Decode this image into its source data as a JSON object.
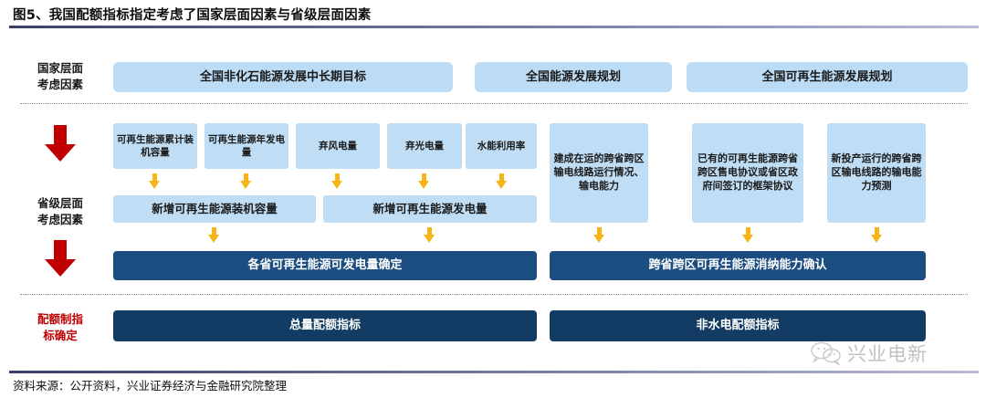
{
  "title": "图5、我国配额指标指定考虑了国家层面因素与省级层面因素",
  "rows": {
    "national_label": "国家层面\n考虑因素",
    "national_label_l1": "国家层面",
    "national_label_l2": "考虑因素",
    "provincial_label_l1": "省级层面",
    "provincial_label_l2": "考虑因素",
    "quota_label_l1": "配额制指",
    "quota_label_l2": "标确定"
  },
  "national_boxes": [
    {
      "label": "全国非化石能源发展中长期目标"
    },
    {
      "label": "全国能源发展规划"
    },
    {
      "label": "全国可再生能源发展规划"
    }
  ],
  "provincial_left_boxes": [
    {
      "label": "可再生能源累计装机容量"
    },
    {
      "label": "可再生能源年发电量"
    },
    {
      "label": "弃风电量"
    },
    {
      "label": "弃光电量"
    },
    {
      "label": "水能利用率"
    }
  ],
  "provincial_left_mid_boxes": [
    {
      "label": "新增可再生能源装机容量"
    },
    {
      "label": "新增可再生能源发电量"
    }
  ],
  "provincial_right_boxes": [
    {
      "label": "建成在运的跨省跨区输电线路运行情况、输电能力"
    },
    {
      "label": "已有的可再生能源跨省跨区售电协议或省区政府间签订的框架协议"
    },
    {
      "label": "新投产运行的跨省跨区输电线路的输电能力预测"
    }
  ],
  "summary_boxes": [
    {
      "label": "各省可再生能源可发电量确定"
    },
    {
      "label": "跨省跨区可再生能源消纳能力确认"
    }
  ],
  "quota_boxes": [
    {
      "label": "总量配额指标"
    },
    {
      "label": "非水电配额指标"
    }
  ],
  "footer": {
    "source": "资料来源：公开资料，兴业证券经济与金融研究院整理"
  },
  "watermark": {
    "text": "兴业电新"
  },
  "colors": {
    "light_blue": "#bfdef5",
    "dark_blue": "#1b4d80",
    "deep_navy": "#123c63",
    "red": "#c00000",
    "yellow": "#f5b518"
  }
}
